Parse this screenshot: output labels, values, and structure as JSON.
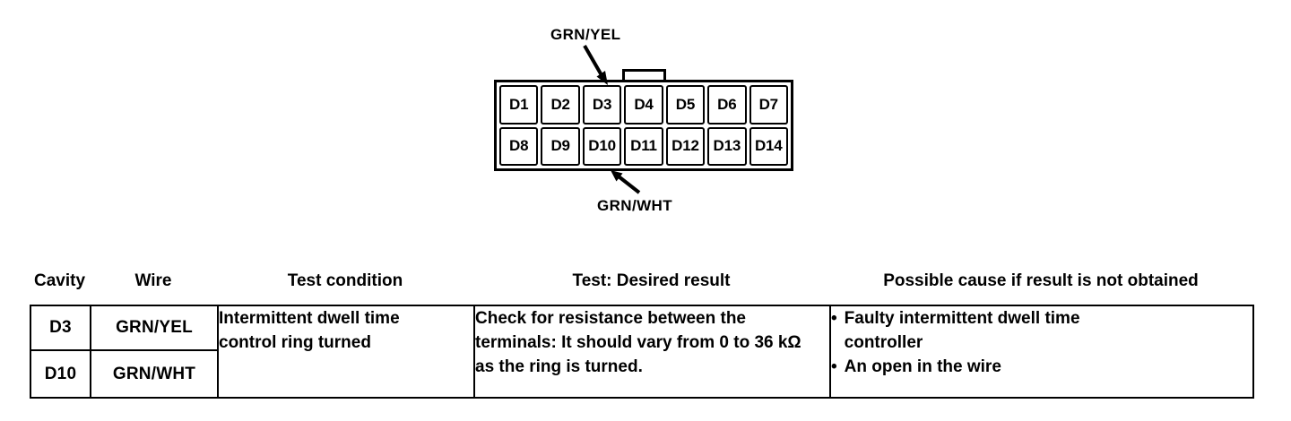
{
  "diagram": {
    "top_wire_label": "GRN/YEL",
    "bottom_wire_label": "GRN/WHT",
    "pins_row1": [
      "D1",
      "D2",
      "D3",
      "D4",
      "D5",
      "D6",
      "D7"
    ],
    "pins_row2": [
      "D8",
      "D9",
      "D10",
      "D11",
      "D12",
      "D13",
      "D14"
    ]
  },
  "table": {
    "headers": {
      "cavity": "Cavity",
      "wire": "Wire",
      "test_condition": "Test condition",
      "desired_result": "Test: Desired result",
      "possible_cause": "Possible cause if result is not obtained"
    },
    "rows": [
      {
        "cavity": "D3",
        "wire": "GRN/YEL"
      },
      {
        "cavity": "D10",
        "wire": "GRN/WHT"
      }
    ],
    "test_condition": "Intermittent dwell time control ring turned",
    "desired_result": "Check for resistance between the terminals: It should vary from 0 to 36 kΩ as the ring is turned.",
    "possible_causes": [
      "Faulty intermittent dwell time controller",
      "An open in the wire"
    ]
  },
  "colors": {
    "ink": "#000000",
    "paper": "#ffffff"
  }
}
